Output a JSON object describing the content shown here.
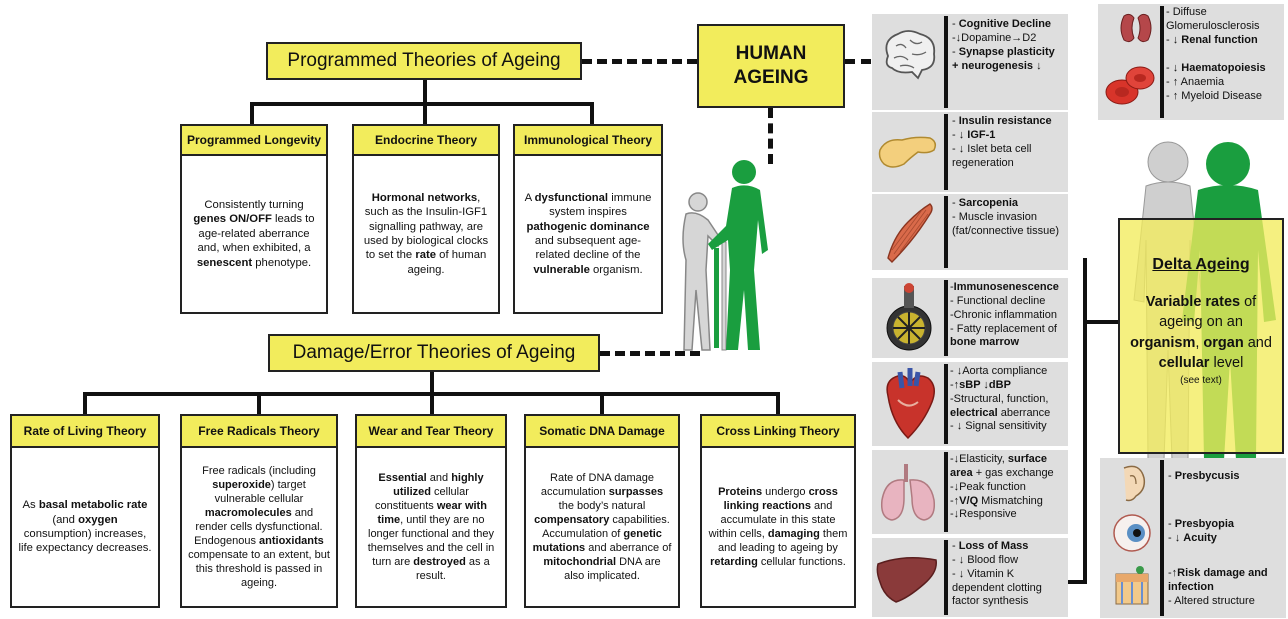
{
  "title": "HUMAN AGEING",
  "programmed": {
    "heading": "Programmed Theories of Ageing",
    "theories": [
      {
        "title": "Programmed Longevity",
        "body": "Consistently turning <b>genes ON/OFF</b> leads to age-related aberrance and, when exhibited, a <b>senescent</b> phenotype."
      },
      {
        "title": "Endocrine Theory",
        "body": "<b>Hormonal networks</b>, such as the Insulin-IGF1 signalling pathway, are used by biological clocks to set the <b>rate</b> of human ageing."
      },
      {
        "title": "Immunological Theory",
        "body": "A <b>dysfunctional</b> immune system inspires <b>pathogenic dominance</b> and subsequent age-related decline of the <b>vulnerable</b> organism."
      }
    ]
  },
  "damage": {
    "heading": "Damage/Error Theories of Ageing",
    "theories": [
      {
        "title": "Rate of Living Theory",
        "body": "As <b>basal metabolic rate</b> (and <b>oxygen</b> consumption) increases, life expectancy decreases."
      },
      {
        "title": "Free Radicals Theory",
        "body": "Free radicals (including <b>superoxide</b>) target vulnerable cellular <b>macromolecules</b> and render cells dysfunctional. Endogenous <b>antioxidants</b> compensate to an extent, but this threshold is passed in ageing."
      },
      {
        "title": "Wear and Tear Theory",
        "body": "<b>Essential</b> and <b>highly utilized</b> cellular constituents <b>wear with time</b>, until they are no longer functional and they themselves and the cell in turn are <b>destroyed</b> as a result."
      },
      {
        "title": "Somatic DNA Damage",
        "body": "Rate of DNA damage accumulation <b>surpasses</b> the body’s natural <b>compensatory</b> capabilities. Accumulation of <b>genetic mutations</b> and aberrance of <b>mitochondrial</b> DNA are also implicated."
      },
      {
        "title": "Cross Linking Theory",
        "body": "<b>Proteins</b> undergo <b>cross linking reactions</b> and accumulate in this state within cells, <b>damaging</b> them and leading to ageing by <b>retarding</b> cellular functions."
      }
    ]
  },
  "organs": [
    {
      "icon": "brain-icon",
      "text": "- <b>Cognitive Decline</b><br>-↓Dopamine→D2<br>- <b>Synapse plasticity + neurogenesis</b> ↓"
    },
    {
      "icon": "pancreas-icon",
      "text": "- <b>Insulin resistance</b><br>- ↓ <b>IGF-1</b><br>- ↓ Islet beta cell regeneration"
    },
    {
      "icon": "muscle-icon",
      "text": "- <b>Sarcopenia</b><br>- Muscle invasion (fat/connective tissue)"
    },
    {
      "icon": "immune-cell-icon",
      "text": "-<b>Immunosenescence</b><br>- Functional decline<br>-Chronic inflammation<br>- Fatty replacement of <b>bone marrow</b>"
    },
    {
      "icon": "heart-icon",
      "text": "- ↓Aorta compliance<br>-↑<b>sBP ↓dBP</b><br>-Structural, function, <b>electrical</b> aberrance<br>- ↓ Signal sensitivity"
    },
    {
      "icon": "lungs-icon",
      "text": "-↓Elasticity, <b>surface area</b> + gas exchange<br>-↓Peak function<br>-↑<b>V/Q</b> Mismatching<br>-↓Responsive"
    },
    {
      "icon": "liver-icon",
      "text": "- <b>Loss of Mass</b><br>- ↓ Blood flow<br>- ↓ Vitamin K dependent clotting factor synthesis"
    }
  ],
  "kidney_blood": [
    {
      "icon": "kidney-icon",
      "text": "- Diffuse Glomerulosclerosis<br>- ↓ <b>Renal function</b>"
    },
    {
      "icon": "blood-cells-icon",
      "text": "- ↓ <b>Haematopoiesis</b><br>- ↑ Anaemia<br>- ↑ Myeloid Disease"
    }
  ],
  "senses": [
    {
      "icon": "ear-icon",
      "text": "- <b>Presbycusis</b>"
    },
    {
      "icon": "eye-icon",
      "text": "- <b>Presbyopia</b><br>- ↓ <b>Acuity</b>"
    },
    {
      "icon": "skin-icon",
      "text": "-↑<b>Risk damage and infection</b><br>- Altered structure"
    }
  ],
  "delta": {
    "title": "Delta Ageing",
    "body": "<b>Variable rates</b> of ageing on an <b>organism</b>, <b>organ</b> and <b>cellular</b> level",
    "note": "(see text)"
  },
  "colors": {
    "yellow": "#f2ec5c",
    "green": "#1a9e3f",
    "grey": "#dedede",
    "dark": "#111111"
  }
}
